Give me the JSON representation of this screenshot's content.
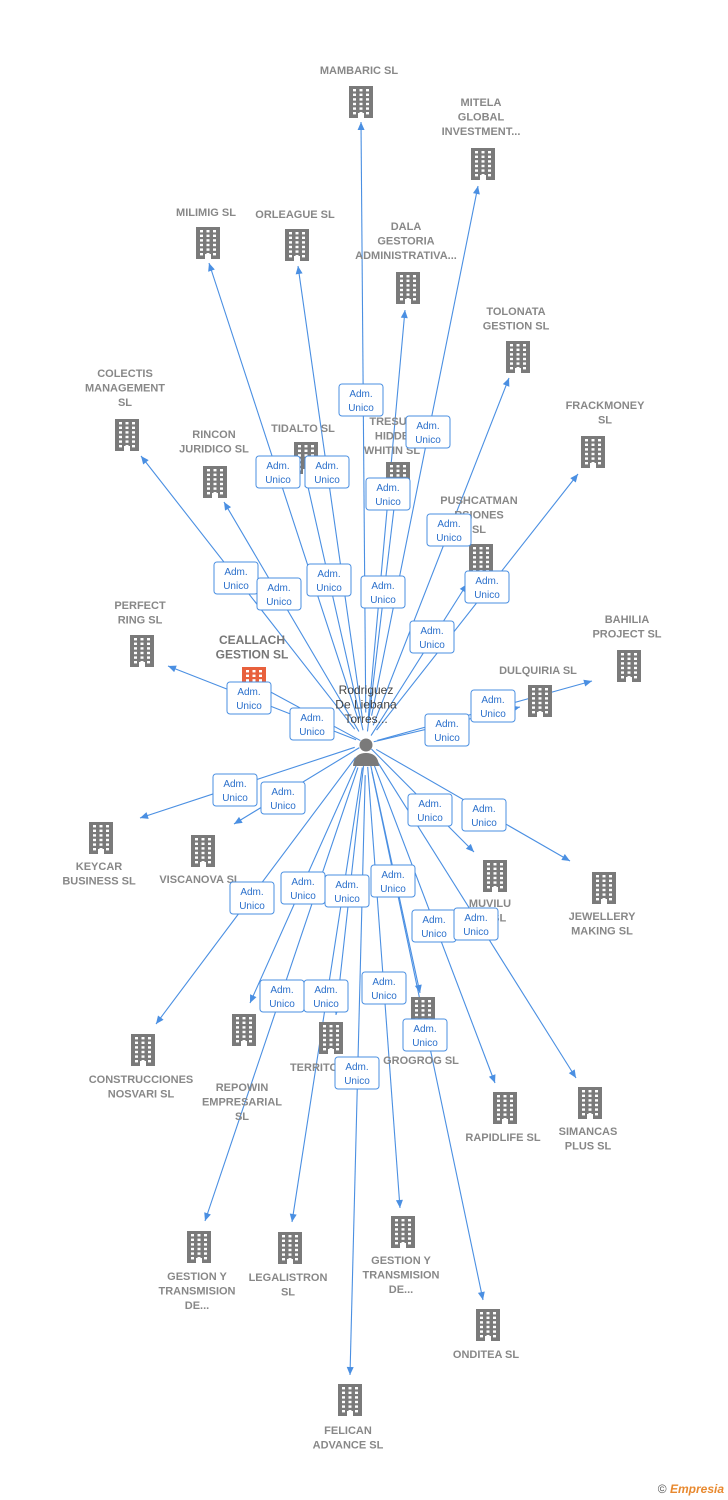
{
  "center": {
    "label_lines": [
      "Rodriguez",
      "De Liebana",
      "Torres..."
    ]
  },
  "role": [
    "Adm.",
    "Unico"
  ],
  "colors": {
    "edge": "#4a8fe2",
    "building": "#7a7a7a",
    "highlight": "#e8603c",
    "person": "#7a7a7a"
  },
  "companies": [
    {
      "id": "mambaric",
      "label_lines": [
        "MAMBARIC SL"
      ]
    },
    {
      "id": "mitela",
      "label_lines": [
        "MITELA",
        "GLOBAL",
        "INVESTMENT..."
      ]
    },
    {
      "id": "milimig",
      "label_lines": [
        "MILIMIG SL"
      ]
    },
    {
      "id": "orleague",
      "label_lines": [
        "ORLEAGUE SL"
      ]
    },
    {
      "id": "dala",
      "label_lines": [
        "DALA",
        "GESTORIA",
        "ADMINISTRATIVA..."
      ]
    },
    {
      "id": "tolonata",
      "label_lines": [
        "TOLONATA",
        "GESTION SL"
      ]
    },
    {
      "id": "colectis",
      "label_lines": [
        "COLECTIS",
        "MANAGEMENT",
        "SL"
      ]
    },
    {
      "id": "frackmoney",
      "label_lines": [
        "FRACKMONEY",
        "SL"
      ]
    },
    {
      "id": "tidalto",
      "label_lines": [
        "TIDALTO SL"
      ]
    },
    {
      "id": "tresur",
      "label_lines": [
        "TRESUR",
        "HIDDE",
        "WHITIN SL"
      ]
    },
    {
      "id": "rincon",
      "label_lines": [
        "RINCON",
        "JURIDICO SL"
      ]
    },
    {
      "id": "pushcatman",
      "label_lines": [
        "PUSHCATMAN",
        "RSIONES",
        "SL"
      ]
    },
    {
      "id": "perfect",
      "label_lines": [
        "PERFECT",
        "RING SL"
      ]
    },
    {
      "id": "ceallach",
      "label_lines": [
        "CEALLACH",
        "GESTION SL"
      ]
    },
    {
      "id": "bahilia",
      "label_lines": [
        "BAHILIA",
        "PROJECT SL"
      ]
    },
    {
      "id": "dulquiria",
      "label_lines": [
        "DULQUIRIA SL"
      ]
    },
    {
      "id": "keycar",
      "label_lines": [
        "KEYCAR",
        "BUSINESS SL"
      ]
    },
    {
      "id": "viscanova",
      "label_lines": [
        "VISCANOVA SL"
      ]
    },
    {
      "id": "muvilu",
      "label_lines": [
        "MUVILU",
        "NE SL"
      ]
    },
    {
      "id": "jewellery",
      "label_lines": [
        "JEWELLERY",
        "MAKING SL"
      ]
    },
    {
      "id": "construcciones",
      "label_lines": [
        "CONSTRUCCIONES",
        "NOSVARI SL"
      ]
    },
    {
      "id": "repowin",
      "label_lines": [
        "REPOWIN",
        "EMPRESARIAL",
        "SL"
      ]
    },
    {
      "id": "territo",
      "label_lines": [
        "TERRITO"
      ]
    },
    {
      "id": "grogrog",
      "label_lines": [
        "GROGROG SL"
      ]
    },
    {
      "id": "rapidlife",
      "label_lines": [
        "RAPIDLIFE SL"
      ]
    },
    {
      "id": "simancas",
      "label_lines": [
        "SIMANCAS",
        "PLUS SL"
      ]
    },
    {
      "id": "gestion1",
      "label_lines": [
        "GESTION Y",
        "TRANSMISION",
        "DE..."
      ]
    },
    {
      "id": "legalistron",
      "label_lines": [
        "LEGALISTRON",
        "SL"
      ]
    },
    {
      "id": "gestion2",
      "label_lines": [
        "GESTION Y",
        "TRANSMISION",
        "DE..."
      ]
    },
    {
      "id": "onditea",
      "label_lines": [
        "ONDITEA SL"
      ]
    },
    {
      "id": "felican",
      "label_lines": [
        "FELICAN",
        "ADVANCE SL"
      ]
    }
  ],
  "footer": {
    "copyright": "©",
    "brand": "Empresia"
  }
}
